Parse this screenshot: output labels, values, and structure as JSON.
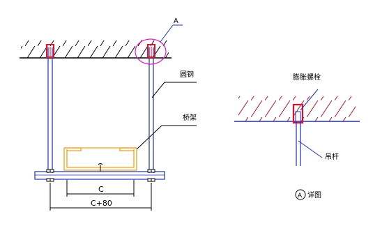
{
  "labels": {
    "callout_a": "A",
    "round_steel": "圆钢",
    "cable_tray": "桥架",
    "expansion_bolt": "膨胀螺栓",
    "hanger_rod": "吊杆",
    "detail_marker": "A",
    "detail_suffix": "详图"
  },
  "dimensions": {
    "inner": "C",
    "outer": "C+80"
  },
  "colors": {
    "rod": "#1f2fb8",
    "bolt": "#e0102a",
    "tray": "#f0a018",
    "callout_circle": "#e21ad0",
    "hatch_detail": "#b8102a",
    "line": "#000000"
  }
}
